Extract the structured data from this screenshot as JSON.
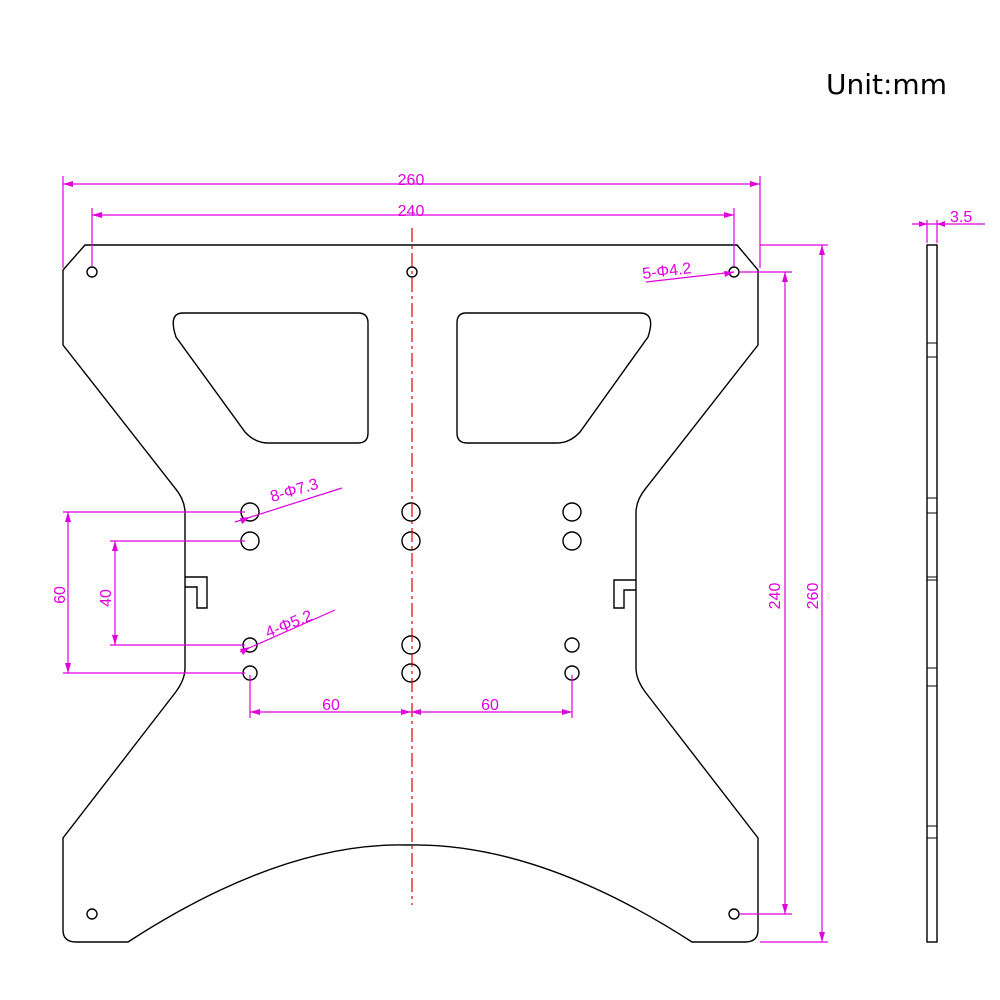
{
  "unit_label": "Unit:mm",
  "colors": {
    "outline": "#000000",
    "dimension": "#e000e0",
    "centerline": "#e00000"
  },
  "dimensions": {
    "overall_width": "260",
    "hole_span_width": "240",
    "overall_height": "260",
    "hole_span_height": "240",
    "thickness": "3.5",
    "spacing_vertical_outer": "60",
    "spacing_vertical_inner": "40",
    "spacing_left": "60",
    "spacing_right": "60"
  },
  "callouts": {
    "corner_holes": "5-Φ4.2",
    "large_holes": "8-Φ7.3",
    "small_holes": "4-Φ5.2"
  }
}
